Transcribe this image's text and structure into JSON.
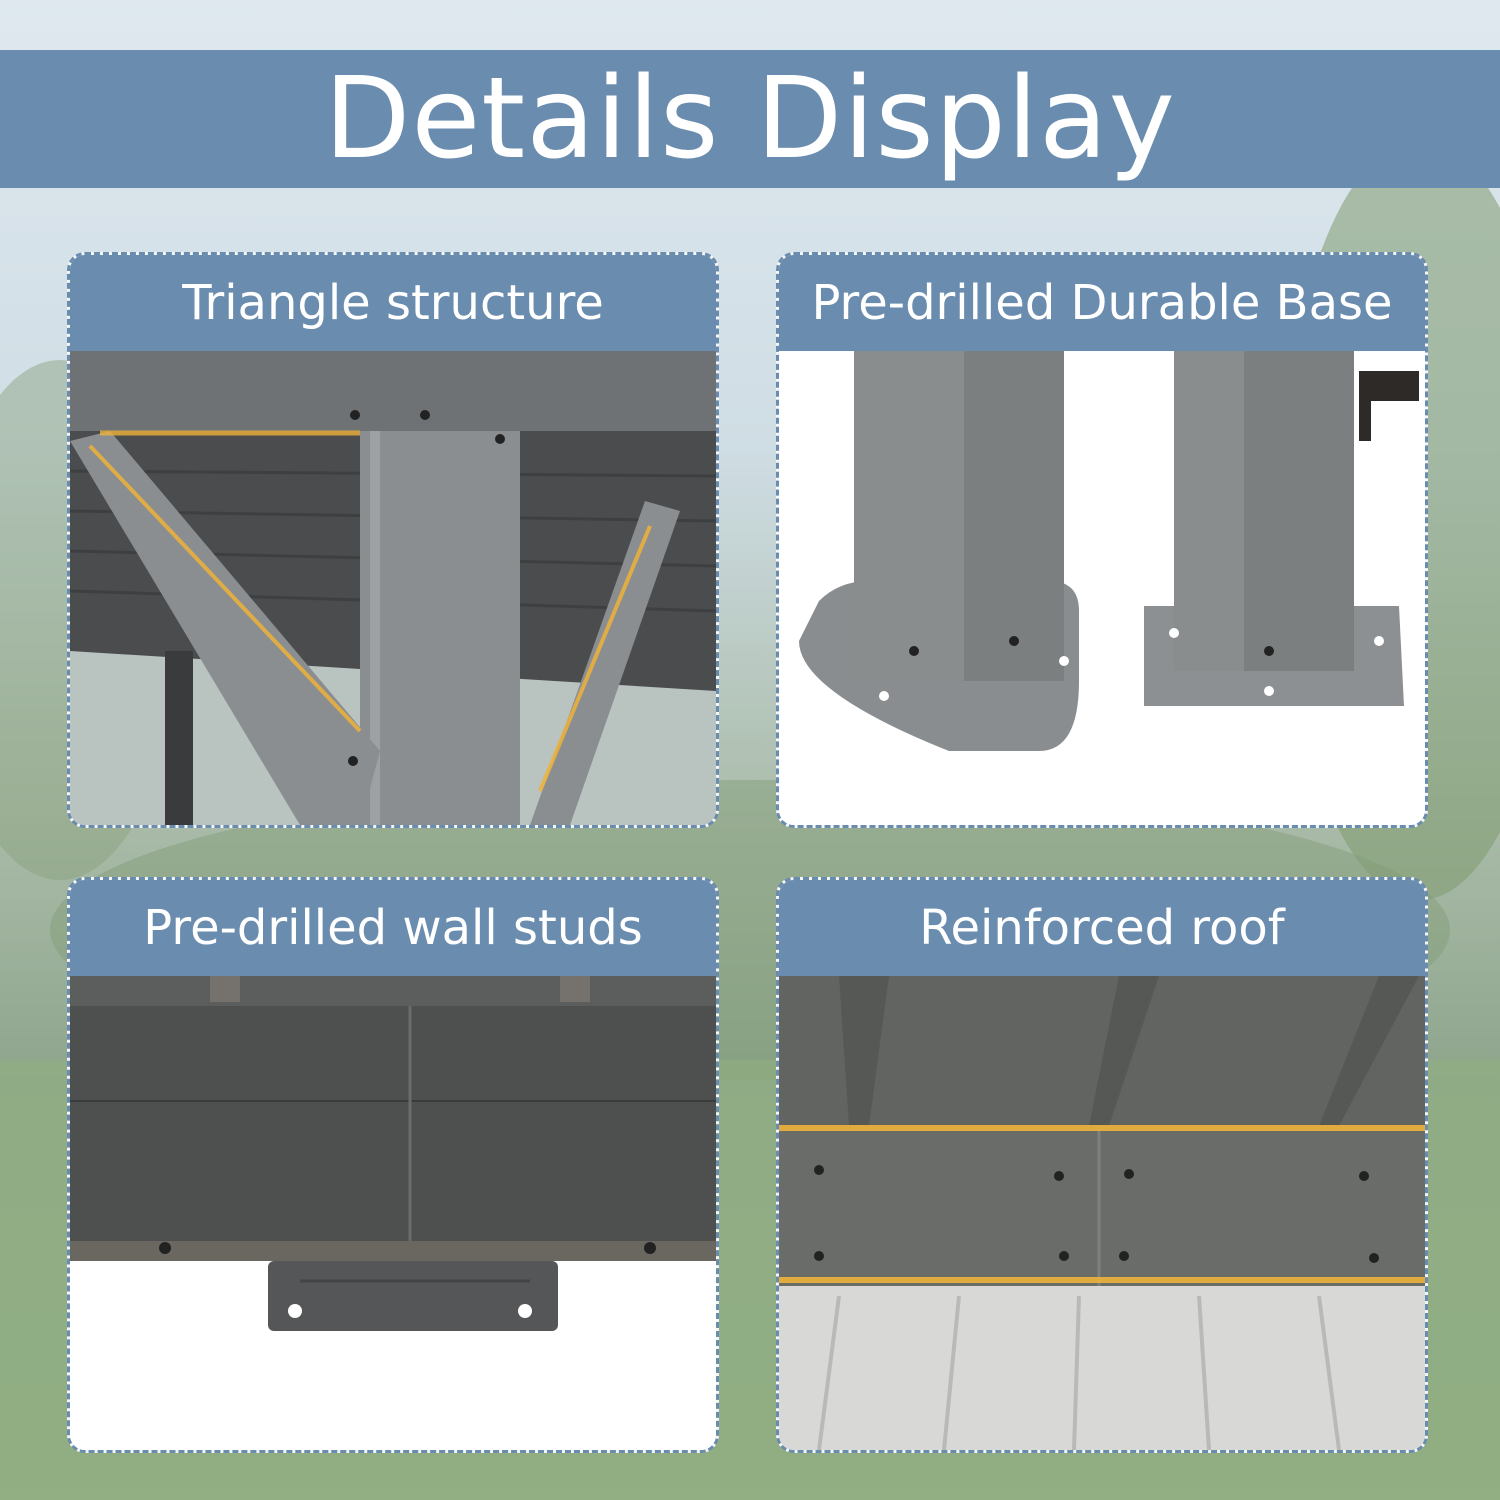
{
  "banner": {
    "title": "Details Display"
  },
  "cards": [
    {
      "title": "Triangle structure",
      "photo": "triangle-bracket-photo"
    },
    {
      "title": "Pre-drilled Durable Base",
      "photo": "post-base-plates-photo"
    },
    {
      "title": "Pre-drilled wall studs",
      "photo": "wall-stud-bracket-photo"
    },
    {
      "title": "Reinforced roof",
      "photo": "roof-panel-photo"
    }
  ],
  "colors": {
    "banner": "#6a8cae",
    "title_text": "#ffffff",
    "metal_gray": "#7b7f80",
    "highlight": "#f0b23a"
  }
}
